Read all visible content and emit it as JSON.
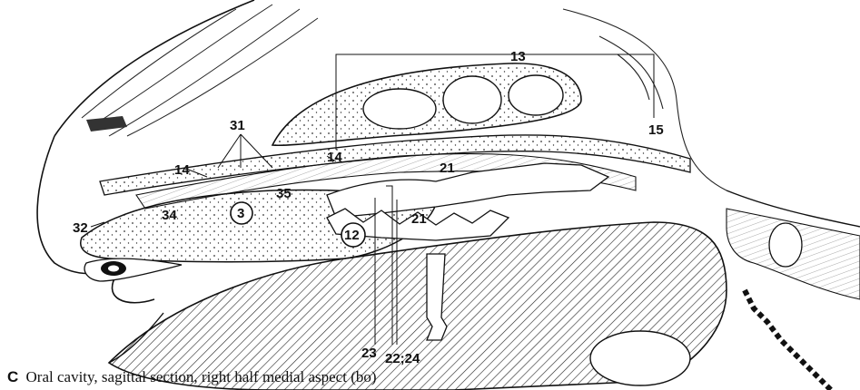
{
  "caption": {
    "letter": "C",
    "text": "Oral cavity, sagittal section, right half medial aspect (bo)"
  },
  "labels": {
    "l13": "13",
    "l15": "15",
    "l31": "31",
    "l14a": "14",
    "l14b": "14",
    "l35": "35",
    "l21a": "21",
    "l21b": "21",
    "l32": "32",
    "l34": "34",
    "l3": "3",
    "l12": "12",
    "l23": "23",
    "l2224": "22;24"
  }
}
